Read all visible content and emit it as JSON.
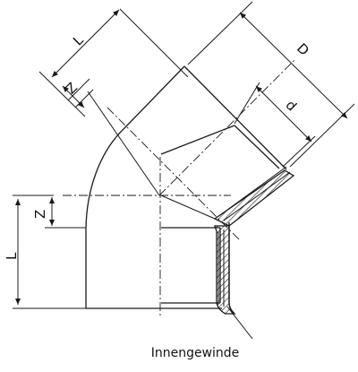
{
  "labels": {
    "length_diagonal": "L",
    "outer_diameter": "D",
    "inner_diameter": "d",
    "offset_diagonal": "Z",
    "length_vertical": "L",
    "offset_vertical": "Z"
  },
  "caption": "Innengewinde",
  "colors": {
    "line": "#1a1a1a",
    "hatch": "#1a1a1a",
    "background": "#ffffff"
  }
}
